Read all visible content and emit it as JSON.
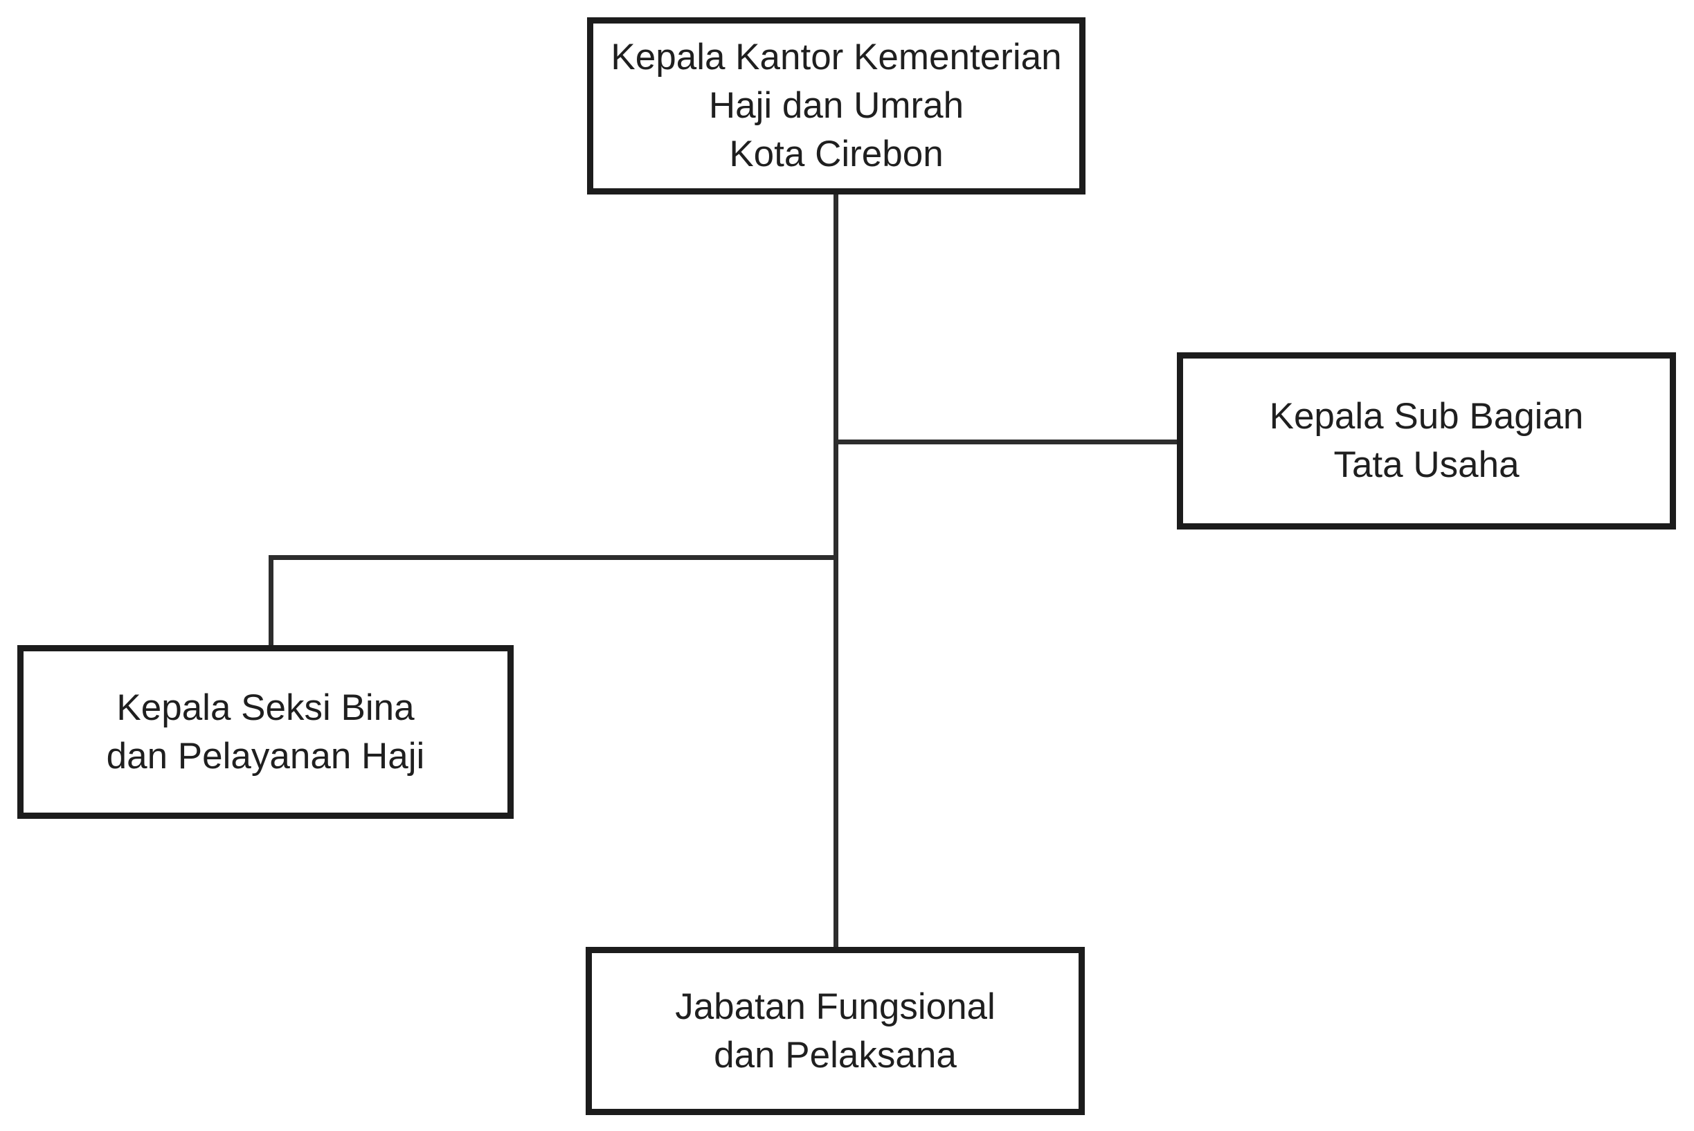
{
  "diagram": {
    "type": "org-chart",
    "colors": {
      "border-color": "#1c1c1c",
      "line-color": "#2d2d2d",
      "text-color": "#1f1f1f",
      "bg-color": "#ffffff"
    },
    "nodes": {
      "head": {
        "lines": [
          "Kepala Kantor Kementerian",
          "Haji dan Umrah",
          "Kota Cirebon"
        ]
      },
      "tata_usaha": {
        "lines": [
          "Kepala Sub Bagian",
          "Tata Usaha"
        ]
      },
      "bina_haji": {
        "lines": [
          "Kepala Seksi Bina",
          "dan Pelayanan Haji"
        ]
      },
      "fungsional": {
        "lines": [
          "Jabatan Fungsional",
          "dan Pelaksana"
        ]
      }
    }
  }
}
